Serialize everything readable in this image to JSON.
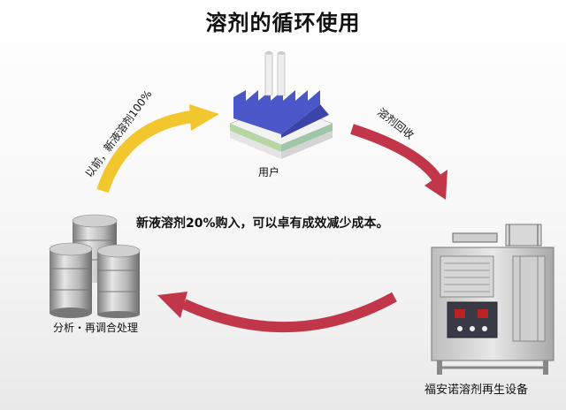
{
  "title": "溶剂的循环使用",
  "nodes": {
    "user": "用户",
    "analysis": "分析・再调合处理",
    "machine": "福安诺溶剂再生设备"
  },
  "arrow_labels": {
    "reuse": "溶剂回收",
    "before": "以前，新液溶剂100%"
  },
  "center_text": "新液溶剂20%购入，可以卓有成效减少成本。",
  "colors": {
    "arrow_yellow": "#f2c72e",
    "arrow_red": "#c2364a",
    "factory_blue": "#4b56c8"
  }
}
